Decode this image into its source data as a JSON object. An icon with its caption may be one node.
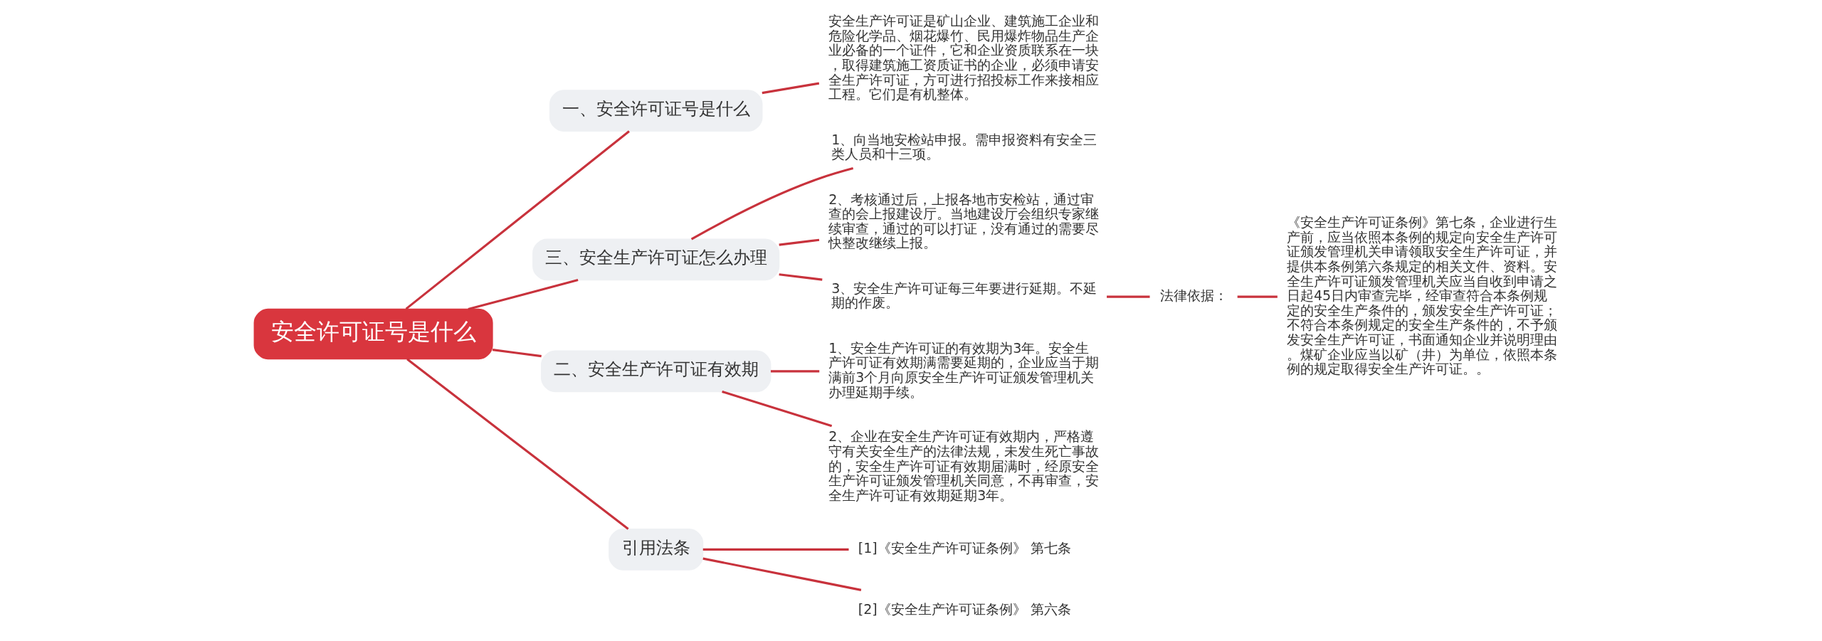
{
  "diagram": {
    "nodes": [
      {
        "text": [
          "安全许可证号是什么"
        ]
      },
      {
        "text": [
          "一、安全许可证号是什么"
        ]
      },
      {
        "text": [
          "安全生产许可证是矿山企业、建筑施工企业和危险化学品、烟花爆竹、民用爆炸物品生产企业必备的一个证件，它和企业资质联系在一块，取得建筑施工资质证书的企业，必须申请安全生产许可证，方可进行招投标工作来接相应工程。它们是有机整体。"
        ]
      },
      {
        "text": [
          "三、安全生产许可证怎么办理"
        ]
      },
      {
        "text": [
          "1、向当地安检站申报。需申报资料有安全三类人员和十三项。"
        ]
      },
      {
        "text": [
          "2、考核通过后，上报各地市安检站，通过审查的会上报建设厅。当地建设厅会组织专家继续审查，通过的可以打证，没有通过的需要尽快整改继续上报。"
        ]
      },
      {
        "text": [
          "3、安全生产许可证每三年要进行延期。不延期的作废。"
        ]
      },
      {
        "text": [
          "法律依据："
        ]
      },
      {
        "text": [
          "《安全生产许可证条例》第七条，企业进行生产前，应当依照本条例的规定向安全生产许可证颁发管理机关申请领取安全生产许可证，并提供本条例第六条规定的相关文件、资料。安全生产许可证颁发管理机关应当自收到申请之日起45日内审查完毕，经审查符合本条例规定的安全生产条件的，颁发安全生产许可证；不符合本条例规定的安全生产条件的，不予颁发安全生产许可证，书面通知企业并说明理由。煤矿企业应当以矿（井）为单位，依照本条例的规定取得安全生产许可证。。"
        ]
      },
      {
        "text": [
          "二、安全生产许可证有效期"
        ]
      },
      {
        "text": [
          "1、安全生产许可证的有效期为3年。安全生产许可证有效期满需要延期的，企业应当于期满前3个月向原安全生产许可证颁发管理机关办理延期手续。"
        ]
      },
      {
        "text": [
          "2、企业在安全生产许可证有效期内，严格遵守有关安全生产的法律法规，未发生死亡事故的，安全生产许可证有效期届满时，经原安全生产许可证颁发管理机关同意，不再审查，安全生产许可证有效期延期3年。"
        ]
      },
      {
        "text": [
          "引用法条"
        ]
      },
      {
        "text": [
          "[1]《安全生产许可证条例》 第七条"
        ]
      },
      {
        "text": [
          "[2]《安全生产许可证条例》 第六条"
        ]
      }
    ],
    "edges": [
      {
        "from": 0,
        "to": 1,
        "arrow": "none"
      },
      {
        "from": 1,
        "to": 2,
        "arrow": "none"
      },
      {
        "from": 0,
        "to": 3,
        "arrow": "none"
      },
      {
        "from": 3,
        "to": 4,
        "arrow": "none"
      },
      {
        "from": 3,
        "to": 5,
        "arrow": "none"
      },
      {
        "from": 3,
        "to": 6,
        "arrow": "none"
      },
      {
        "from": 6,
        "to": 7,
        "arrow": "none"
      },
      {
        "from": 7,
        "to": 8,
        "arrow": "none"
      },
      {
        "from": 0,
        "to": 9,
        "arrow": "none"
      },
      {
        "from": 9,
        "to": 10,
        "arrow": "none"
      },
      {
        "from": 9,
        "to": 11,
        "arrow": "none"
      },
      {
        "from": 0,
        "to": 12,
        "arrow": "none"
      },
      {
        "from": 12,
        "to": 13,
        "arrow": "none"
      },
      {
        "from": 12,
        "to": 14,
        "arrow": "none"
      }
    ]
  }
}
